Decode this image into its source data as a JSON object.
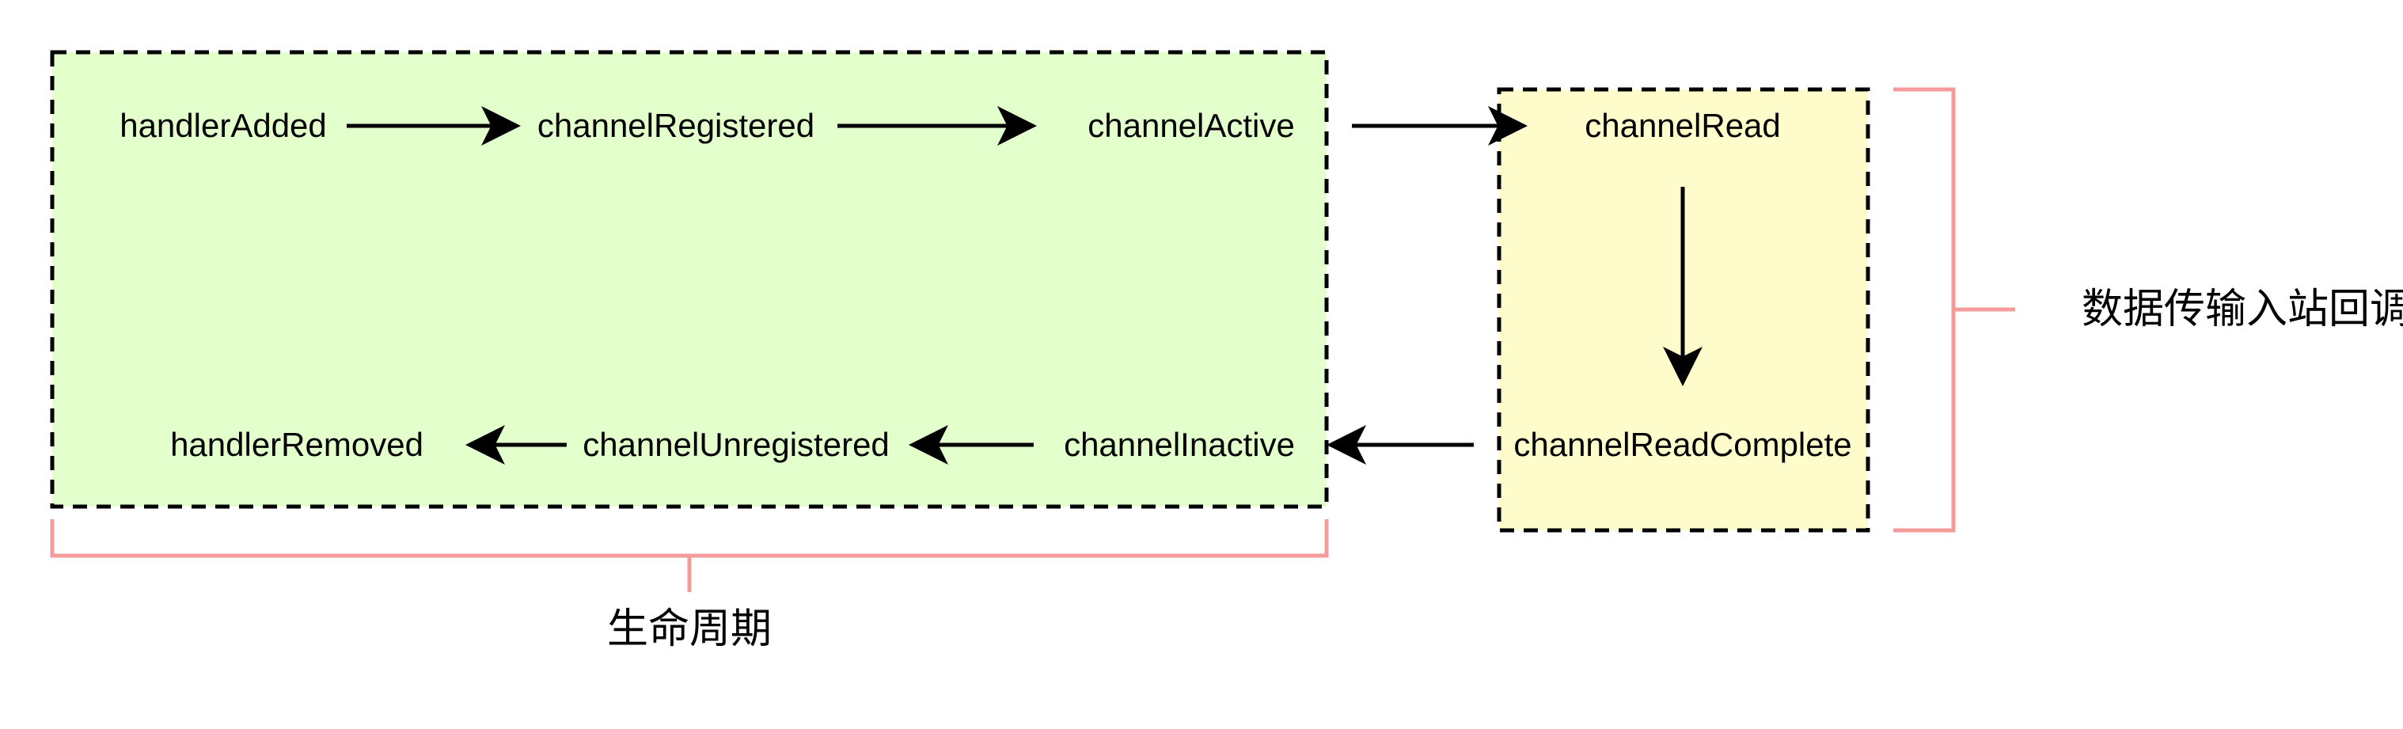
{
  "nodes": {
    "handler_added": "handlerAdded",
    "channel_registered": "channelRegistered",
    "channel_active": "channelActive",
    "channel_read": "channelRead",
    "channel_read_complete": "channelReadComplete",
    "channel_inactive": "channelInactive",
    "channel_unregistered": "channelUnregistered",
    "handler_removed": "handlerRemoved"
  },
  "groups": {
    "lifecycle": {
      "label": "生命周期",
      "fill": "#e2ffcc"
    },
    "inbound": {
      "label": "数据传输入站回调",
      "fill": "#fffccc"
    }
  },
  "colors": {
    "bracket": "#f59b9b",
    "arrow": "#000000",
    "dashed_border": "#000000"
  }
}
